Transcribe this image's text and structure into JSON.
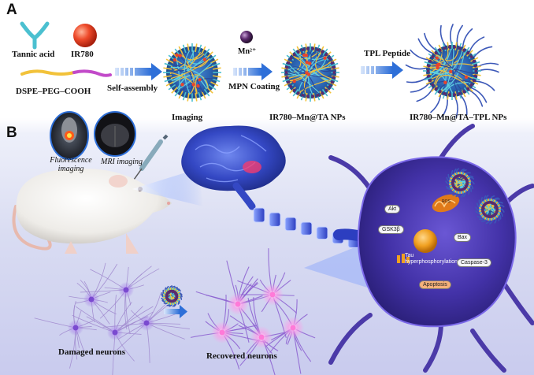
{
  "panels": {
    "a": "A",
    "b": "B"
  },
  "synthesis": {
    "tannic_acid": "Tannic acid",
    "ir780": "IR780",
    "lipid": "DSPE–PEG–COOH",
    "self_assembly": "Self-assembly",
    "imaging": "Imaging",
    "mn": "Mn²⁺",
    "mpn_coating": "MPN Coating",
    "np1": "IR780–Mn@TA NPs",
    "tpl_peptide": "TPL Peptide",
    "np2": "IR780–Mn@TA–TPL NPs"
  },
  "imaging_labels": {
    "fluorescence": "Fluorescence imaging",
    "mri": "MRI imaging"
  },
  "cell_labels": {
    "akt": "Akt",
    "gsk3b": "GSK3β",
    "ros": "ROS",
    "bax": "Bax",
    "tau": "Tau hyperphosphorylation",
    "caspase": "Caspase-3",
    "apoptosis": "Apoptosis"
  },
  "neurons": {
    "damaged": "Damaged neurons",
    "recovered": "Recovered neurons"
  },
  "colors": {
    "accent_blue": "#2e6fd8",
    "cell_purple": "#4b3aa8",
    "ir780_red": "#e8442c",
    "mn_purple": "#5b2a6e"
  }
}
